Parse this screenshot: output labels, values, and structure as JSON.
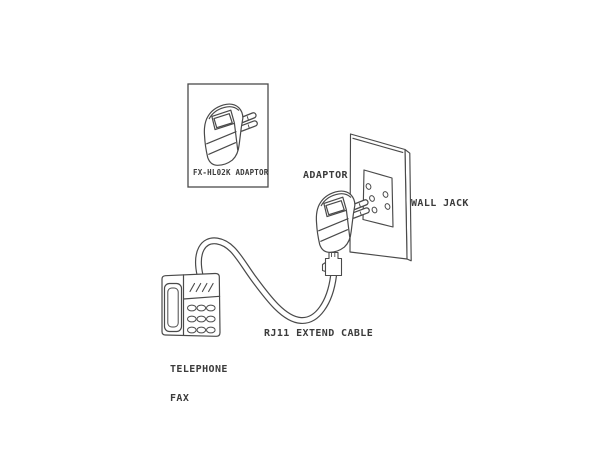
{
  "page": {
    "background": "#ffffff",
    "line_color": "#4a4a4a",
    "text_color": "#3b3b3b"
  },
  "diagram": {
    "inset_caption": "FX-HL02K ADAPTOR",
    "adaptor_label": "ADAPTOR",
    "wall_jack_label": "WALL JACK",
    "cable_label": "RJ11 EXTEND CABLE",
    "device_label_line1": "TELEPHONE",
    "device_label_line2": "FAX"
  }
}
